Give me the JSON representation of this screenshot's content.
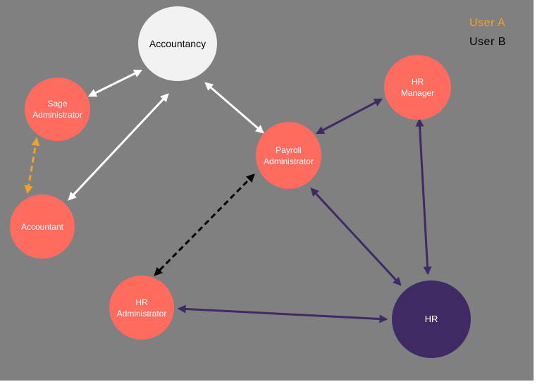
{
  "nodes": {
    "accountancy": "Accountancy",
    "sage_admin": "Sage\nAdministrator",
    "accountant": "Accountant",
    "payroll_admin": "Payroll\nAdministrator",
    "hr_manager": "HR\nManager",
    "hr_admin": "HR\nAdministrator",
    "hr": "HR"
  },
  "legend": {
    "user_a": "User  A",
    "user_b": "User  B"
  },
  "colors": {
    "background": "#808080",
    "node_red": "#ff6b5f",
    "node_white": "#f2f2f2",
    "node_purple": "#3f2a64",
    "arrow_white": "#ffffff",
    "arrow_purple": "#3f2a64",
    "arrow_orange": "#f4a12a",
    "arrow_black": "#000000",
    "legend_a": "#f4a12a",
    "legend_b": "#000000"
  }
}
